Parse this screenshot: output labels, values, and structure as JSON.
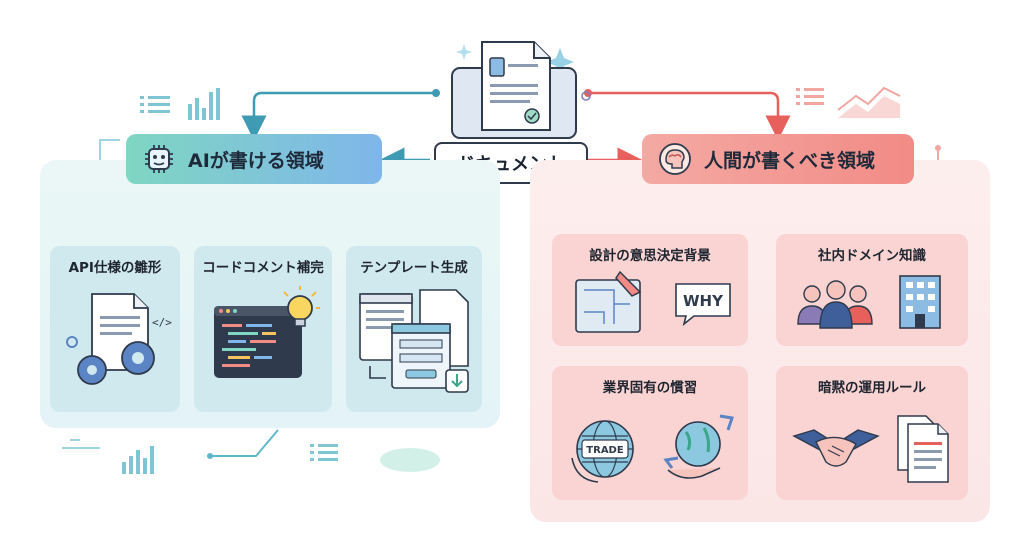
{
  "center": {
    "label": "ドキュメント"
  },
  "ai": {
    "title": "AIが書ける領域",
    "items": [
      {
        "label": "API仕様の雛形"
      },
      {
        "label": "コードコメント補完"
      },
      {
        "label": "テンプレート生成"
      }
    ]
  },
  "human": {
    "title": "人間が書くべき領域",
    "items": [
      {
        "label": "設計の意思決定背景",
        "badge": "WHY"
      },
      {
        "label": "社内ドメイン知識"
      },
      {
        "label": "業界固有の慣習",
        "badge": "TRADE"
      },
      {
        "label": "暗黙の運用ルール"
      }
    ]
  },
  "colors": {
    "ai_line": "#3f9bb3",
    "human_line": "#e8605c",
    "ai_panel": "#eaf7f6",
    "human_panel": "#fdeeee"
  }
}
